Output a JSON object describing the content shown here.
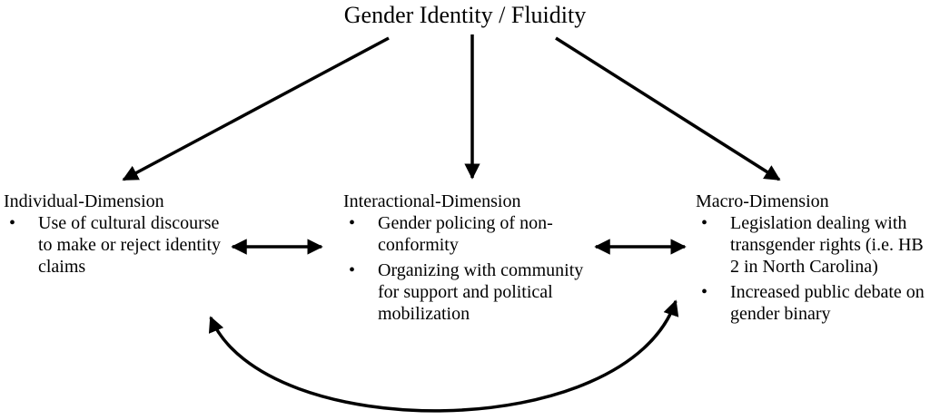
{
  "title": "Gender Identity / Fluidity",
  "dimensions": [
    {
      "heading": "Individual-Dimension",
      "items": [
        "Use of cultural discourse to make or reject identity claims"
      ]
    },
    {
      "heading": "Interactional-Dimension",
      "items": [
        "Gender policing of non-conformity",
        "Organizing with community for support and political mobilization"
      ]
    },
    {
      "heading": "Macro-Dimension",
      "items": [
        "Legislation dealing with transgender rights (i.e. HB 2 in North Carolina)",
        "Increased public debate on gender binary"
      ]
    }
  ]
}
